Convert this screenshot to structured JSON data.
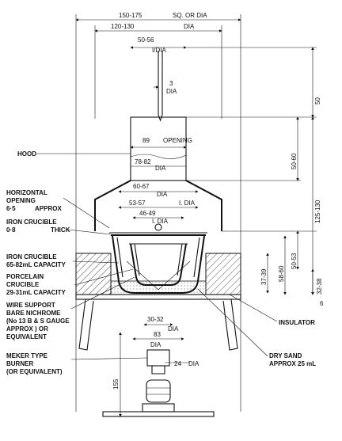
{
  "labels": {
    "hood": "HOOD",
    "horizontal_opening": [
      "HORIZONTAL",
      "OPENING",
      "6·5",
      "APPROX"
    ],
    "iron_crucible_lid": [
      "IRON CRUCIBLE",
      "0·8",
      "THICK"
    ],
    "iron_crucible": [
      "IRON CRUCIBLE",
      "65-82mL CAPACITY"
    ],
    "porcelain_crucible": [
      "PORCELAIN",
      "CRUCIBLE",
      "29-31mL CAPACITY"
    ],
    "wire_support": [
      "WIRE SUPPORT",
      "BARE NICHROME",
      "(No 13 B & S GAUGE",
      "APPROX ) OR",
      "EQUIVALENT"
    ],
    "meker_burner": [
      "MEKER TYPE",
      "BURNER",
      "(OR EQUIVALENT)"
    ],
    "insulator": "INSULATOR",
    "dry_sand": [
      "DRY SAND",
      "APPROX 25 mL"
    ]
  },
  "dimensions": {
    "outer_width": "150-175",
    "outer_width_unit": "SQ. OR DIA",
    "hood_width": "120-130",
    "dia": "DIA",
    "i_dia": "I/DIA",
    "hood_top": "50-56",
    "pin": "3",
    "hood_inner": "89",
    "opening": "OPENING",
    "hood_mid": "78-82",
    "cone_top": "60-67",
    "lid_outer": "53-57",
    "lid_i_dia": "I. DIA",
    "lid_inner": "46-49",
    "small_i_dia": "I. DIA",
    "right_50": "50",
    "right_50_60": "50-60",
    "right_125_130": "125-130",
    "right_50_53": "50-53",
    "right_58_60": "58-60",
    "right_37_39": "37-39",
    "right_32_38": "32-38",
    "burner_top": "30-32",
    "burner_83": "83",
    "burner_24": "24",
    "burner_height": "155",
    "marker_6": "6"
  }
}
